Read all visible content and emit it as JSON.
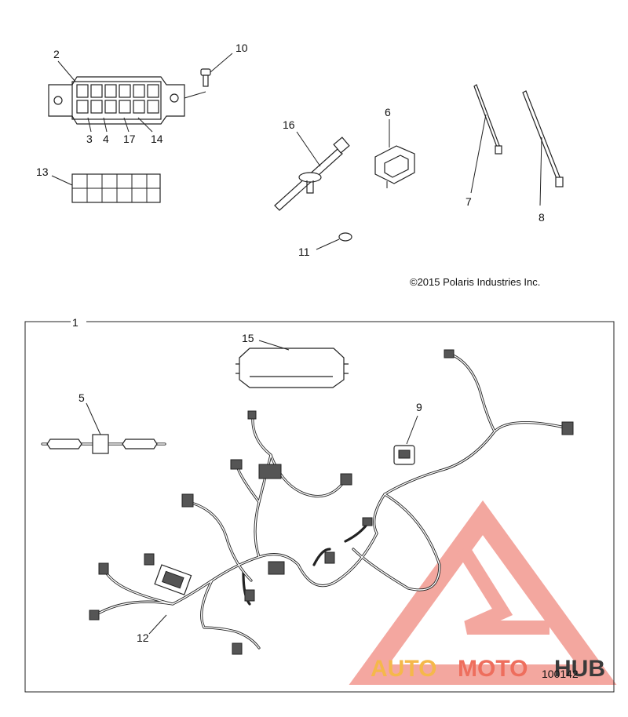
{
  "copyright": "©2015 Polaris Industries Inc.",
  "diagram_number": "100142",
  "watermark": {
    "text_a": "AUTO",
    "text_b": "MOTO",
    "text_c": "HUB",
    "colors": {
      "auto": "#f5b84a",
      "moto": "#ee6e5d",
      "hub": "#3a3a3a",
      "triangle": "#f08a80"
    }
  },
  "callouts": {
    "c1": "1",
    "c2": "2",
    "c3": "3",
    "c4": "4",
    "c5": "5",
    "c6": "6",
    "c7": "7",
    "c8": "8",
    "c9": "9",
    "c10": "10",
    "c11": "11",
    "c12": "12",
    "c13": "13",
    "c14": "14",
    "c15": "15",
    "c16": "16",
    "c17": "17"
  }
}
